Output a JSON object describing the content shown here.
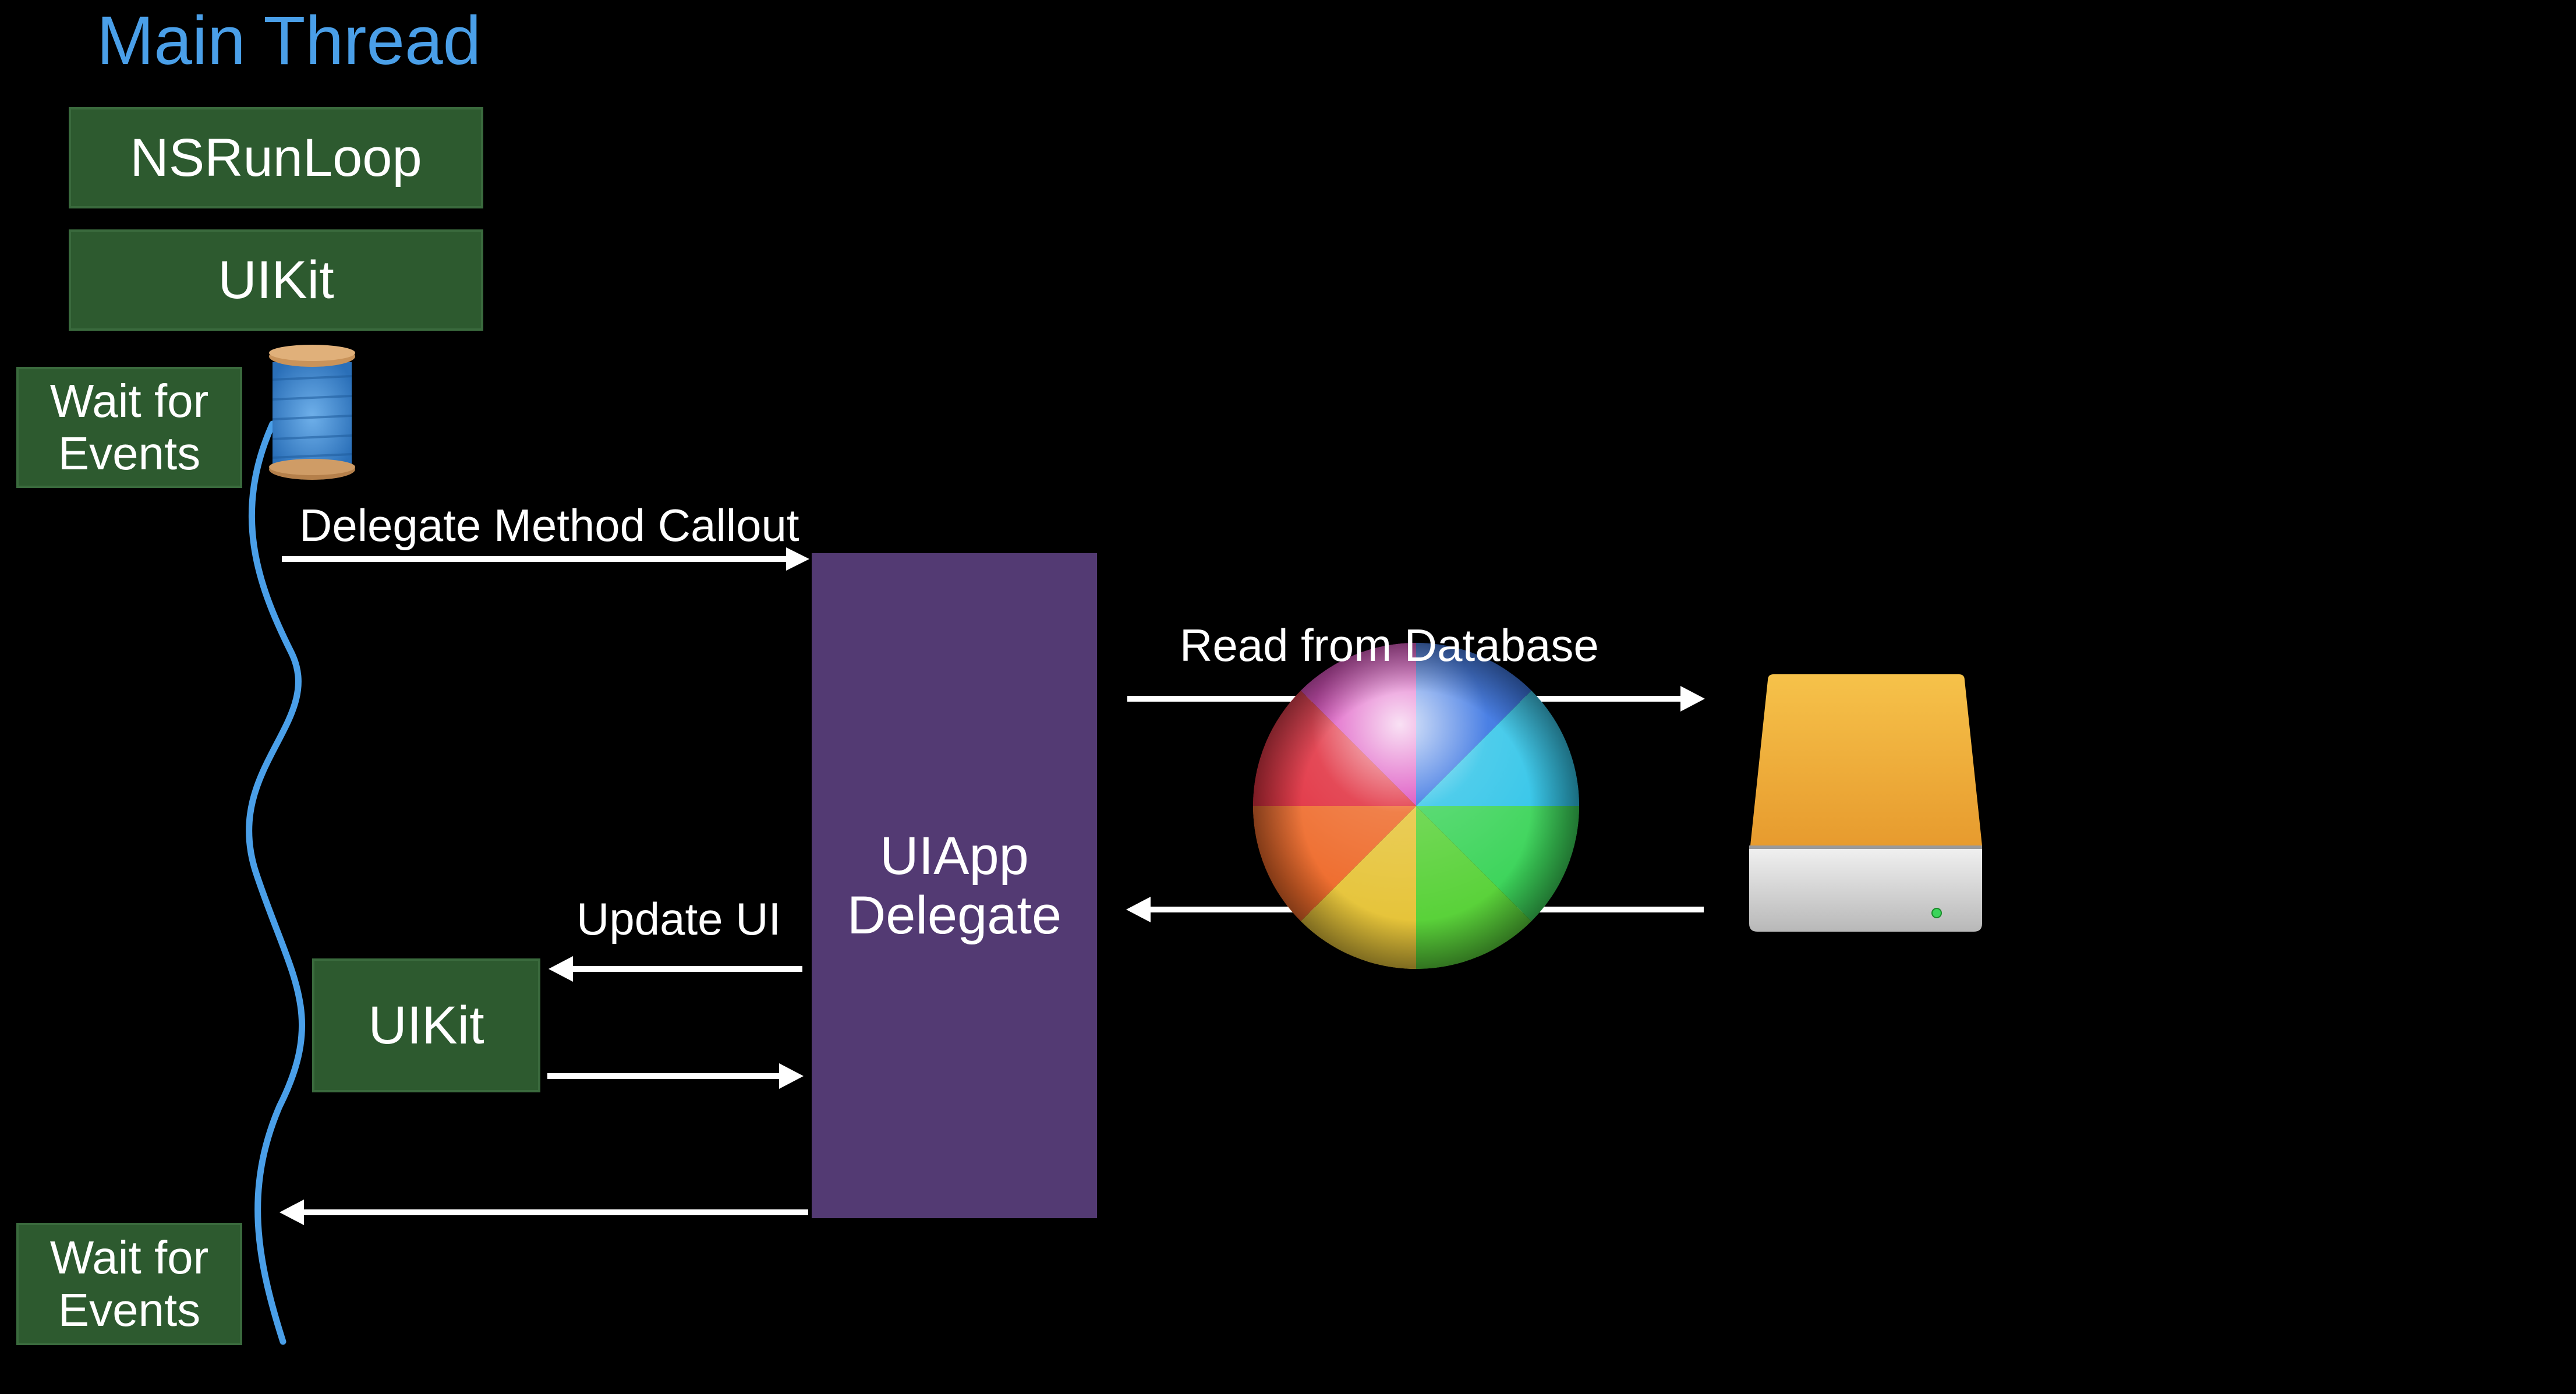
{
  "title": "Main Thread",
  "boxes": {
    "runloop": "NSRunLoop",
    "uikit_top": "UIKit",
    "wait_top": "Wait for\nEvents",
    "app_delegate": "UIApp\nDelegate",
    "uikit_inner": "UIKit",
    "wait_bottom": "Wait for\nEvents"
  },
  "arrows": {
    "delegate_callout": "Delegate Method Callout",
    "read_db": "Read from Database",
    "update_ui": "Update UI"
  },
  "icons": {
    "thread": "thread-spool-icon",
    "busy": "spinning-wait-cursor-icon",
    "database": "hard-drive-icon"
  },
  "colors": {
    "background": "#000000",
    "title": "#4a9fe8",
    "green_box": "#2d5a2f",
    "purple_box": "#533a73",
    "thread_line": "#4a9fe8",
    "arrow": "#ffffff",
    "drive_top": "#f0ad3a"
  }
}
